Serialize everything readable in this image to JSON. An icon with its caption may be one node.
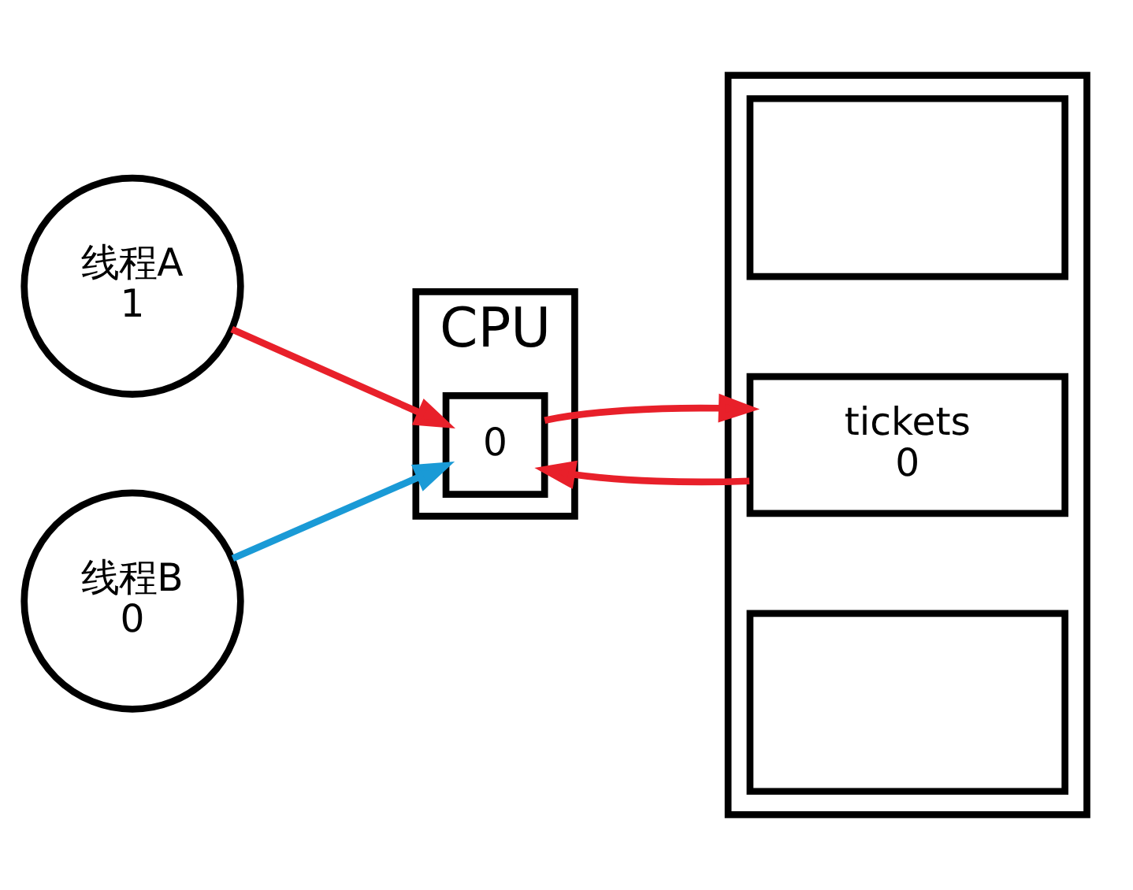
{
  "diagram": {
    "nodes": [
      {
        "text": [
          "线程A",
          "1"
        ]
      },
      {
        "text": [
          "CPU"
        ]
      },
      {
        "text": [
          "0"
        ],
        "in": 1
      },
      {
        "text": [],
        "shape": "box"
      },
      {
        "text": [],
        "shape": "box",
        "in": 3
      },
      {
        "text": [
          "tickets",
          "0"
        ],
        "in": 3
      },
      {
        "text": [],
        "shape": "box",
        "in": 3
      },
      {
        "text": [
          "线程B",
          "0"
        ]
      }
    ],
    "edges": [
      {
        "from": 0,
        "to": 2,
        "arrow": "to"
      },
      {
        "from": 5,
        "to": 2,
        "arrow": "to"
      },
      {
        "from": 2,
        "to": 5,
        "arrow": "to"
      },
      {
        "from": 7,
        "to": 2,
        "arrow": "to",
        "color": "#1a9ad6"
      }
    ]
  }
}
